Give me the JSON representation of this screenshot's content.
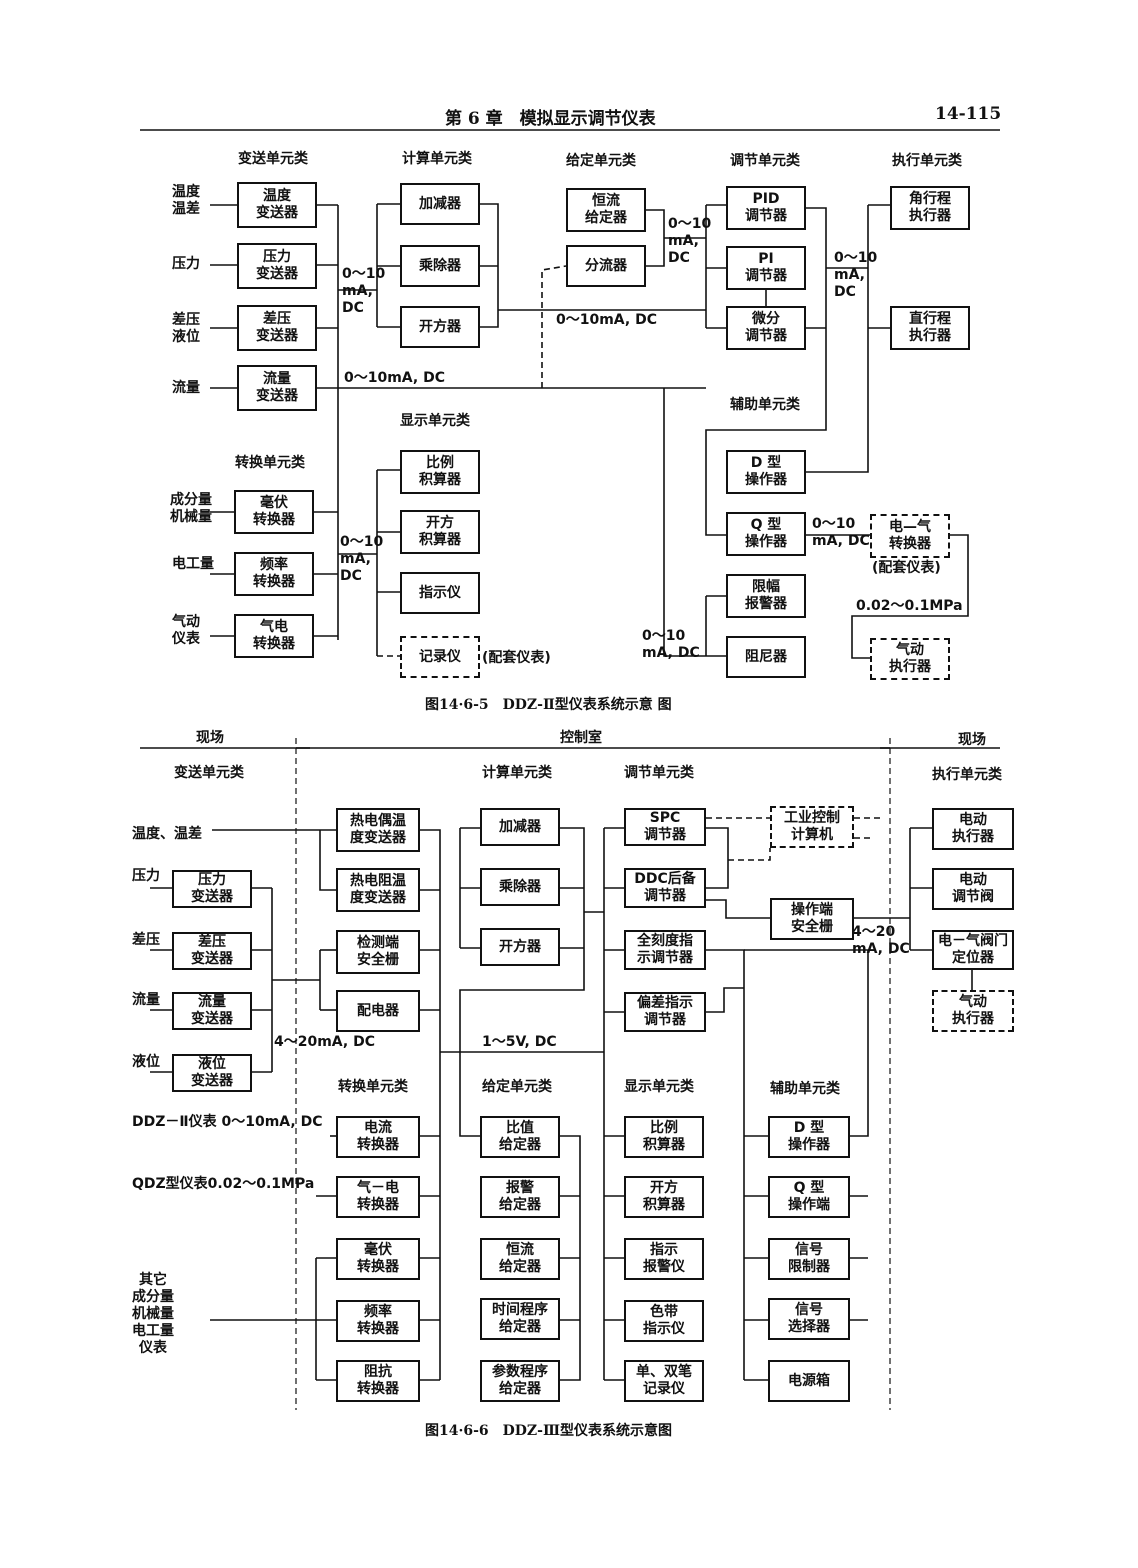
{
  "header": {
    "chapter": "第 6 章　模拟显示调节仪表",
    "page_no": "14-115"
  },
  "fig1": {
    "caption": "图14·6-5　DDZ-Ⅱ型仪表系统示意 图",
    "categories": {
      "transmit": "变送单元类",
      "compute": "计算单元类",
      "setpoint": "给定单元类",
      "control": "调节单元类",
      "actuator": "执行单元类",
      "display": "显示单元类",
      "convert": "转换单元类",
      "aux": "辅助单元类"
    },
    "inputs": {
      "temp": "温度\n温差",
      "pressure": "压力",
      "dp": "差压\n液位",
      "flow": "流量",
      "comp": "成分量\n机械量",
      "elec": "电工量",
      "pneu": "气动\n仪表"
    },
    "boxes": {
      "temp_tx": "温度\n变送器",
      "press_tx": "压力\n变送器",
      "dp_tx": "差压\n变送器",
      "flow_tx": "流量\n变送器",
      "add": "加减器",
      "mul": "乘除器",
      "sqrt": "开方器",
      "const_set": "恒流\n给定器",
      "splitter": "分流器",
      "pid": "PID\n调节器",
      "pi": "PI\n调节器",
      "deriv": "微分\n调节器",
      "angle_act": "角行程\n执行器",
      "linear_act": "直行程\n执行器",
      "mv": "毫伏\n转换器",
      "freq": "频率\n转换器",
      "pe": "气电\n转换器",
      "ratio_int": "比例\n积算器",
      "sqrt_int": "开方\n积算器",
      "indicator": "指示仪",
      "recorder": "记录仪",
      "d_op": "D 型\n操作器",
      "q_op": "Q 型\n操作器",
      "ep": "电—气\n转换器",
      "limit_alarm": "限幅\n报警器",
      "damper": "阻尼器",
      "pneu_act": "气动\n执行器"
    },
    "signals": {
      "s1": "0～10\nmA,\nDC",
      "s2": "0～10\nmA,\nDC",
      "s3": "0～10mA, DC",
      "s4": "0～10mA, DC",
      "s5": "0～10\nmA,\nDC",
      "s6": "0～10\nmA, DC",
      "s7": "0～10\nmA, DC",
      "s8": "0.02～0.1MPa"
    },
    "notes": {
      "rec": "(配套仪表)",
      "ep": "(配套仪表)"
    }
  },
  "fig2": {
    "caption": "图14·6-6　DDZ-Ⅲ型仪表系统示意图",
    "zones": {
      "field_left": "现场",
      "control_room": "控制室",
      "field_right": "现场"
    },
    "categories": {
      "transmit": "变送单元类",
      "compute": "计算单元类",
      "control": "调节单元类",
      "actuator": "执行单元类",
      "convert": "转换单元类",
      "setpoint": "给定单元类",
      "display": "显示单元类",
      "aux": "辅助单元类"
    },
    "inputs": {
      "temp": "温度、温差",
      "pressure": "压力",
      "dp": "差压",
      "flow": "流量",
      "level": "液位",
      "ddz2": "DDZ－Ⅱ仪表 0～10mA, DC",
      "qdz": "QDZ型仪表0.02～0.1MPa",
      "other": "其它\n成分量\n机械量\n电工量\n仪表"
    },
    "boxes": {
      "press_tx": "压力\n变送器",
      "dp_tx": "差压\n变送器",
      "flow_tx": "流量\n变送器",
      "level_tx": "液位\n变送器",
      "tc_tx": "热电偶温\n度变送器",
      "rtd_tx": "热电阻温\n度变送器",
      "det_barrier": "检测端\n安全栅",
      "dist": "配电器",
      "add": "加减器",
      "mul": "乘除器",
      "sqrt": "开方器",
      "spc": "SPC\n调节器",
      "ddc": "DDC后备\n调节器",
      "full_ind": "全刻度指\n示调节器",
      "dev_ind": "偏差指示\n调节器",
      "ipc": "工业控制\n计算机",
      "op_barrier": "操作端\n安全栅",
      "e_act": "电动\n执行器",
      "e_valve": "电动\n调节阀",
      "ep_pos": "电－气阀门\n定位器",
      "pneu_act": "气动\n执行器",
      "cur_conv": "电流\n转换器",
      "pe_conv": "气－电\n转换器",
      "mv_conv": "毫伏\n转换器",
      "freq_conv": "频率\n转换器",
      "imp_conv": "阻抗\n转换器",
      "ratio_set": "比值\n给定器",
      "alarm_set": "报警\n给定器",
      "const_set": "恒流\n给定器",
      "time_prog": "时间程序\n给定器",
      "param_prog": "参数程序\n给定器",
      "ratio_int": "比例\n积算器",
      "sqrt_int": "开方\n积算器",
      "ind_alarm": "指示\n报警仪",
      "bar_ind": "色带\n指示仪",
      "pen_rec": "单、双笔\n记录仪",
      "d_op": "D 型\n操作器",
      "q_op": "Q 型\n操作端",
      "sig_lim": "信号\n限制器",
      "sig_sel": "信号\n选择器",
      "power": "电源箱"
    },
    "signals": {
      "s1": "4～20mA, DC",
      "s2": "1～5V, DC",
      "s3": "4～20\nmA, DC"
    }
  }
}
